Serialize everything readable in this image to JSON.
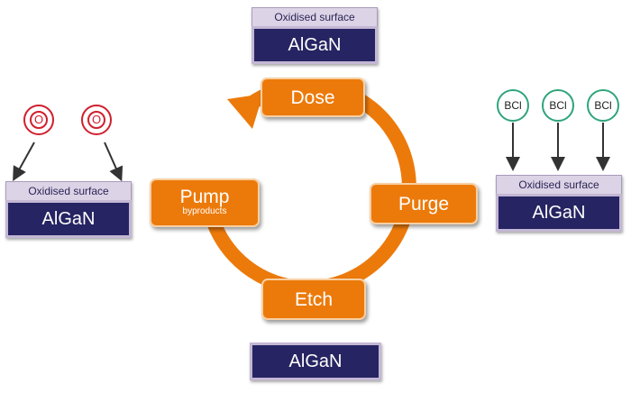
{
  "diagram": {
    "steps": {
      "dose": "Dose",
      "purge": "Purge",
      "etch": "Etch",
      "pump": "Pump",
      "pump_sub": "byproducts"
    },
    "top_stack": {
      "surface": "Oxidised surface",
      "material": "AlGaN"
    },
    "left_stack": {
      "surface": "Oxidised surface",
      "material": "AlGaN",
      "atom_symbol": "O"
    },
    "right_stack": {
      "surface": "Oxidised surface",
      "material": "AlGaN",
      "molecule_label": "BCl"
    },
    "bottom_material": "AlGaN",
    "colors": {
      "cycle_orange": "#ec7a0b",
      "substrate_navy": "#262462",
      "surface_lavender": "#dcd3e6",
      "oxygen_red": "#d0202e",
      "bcl_green": "#2fa57a"
    }
  }
}
